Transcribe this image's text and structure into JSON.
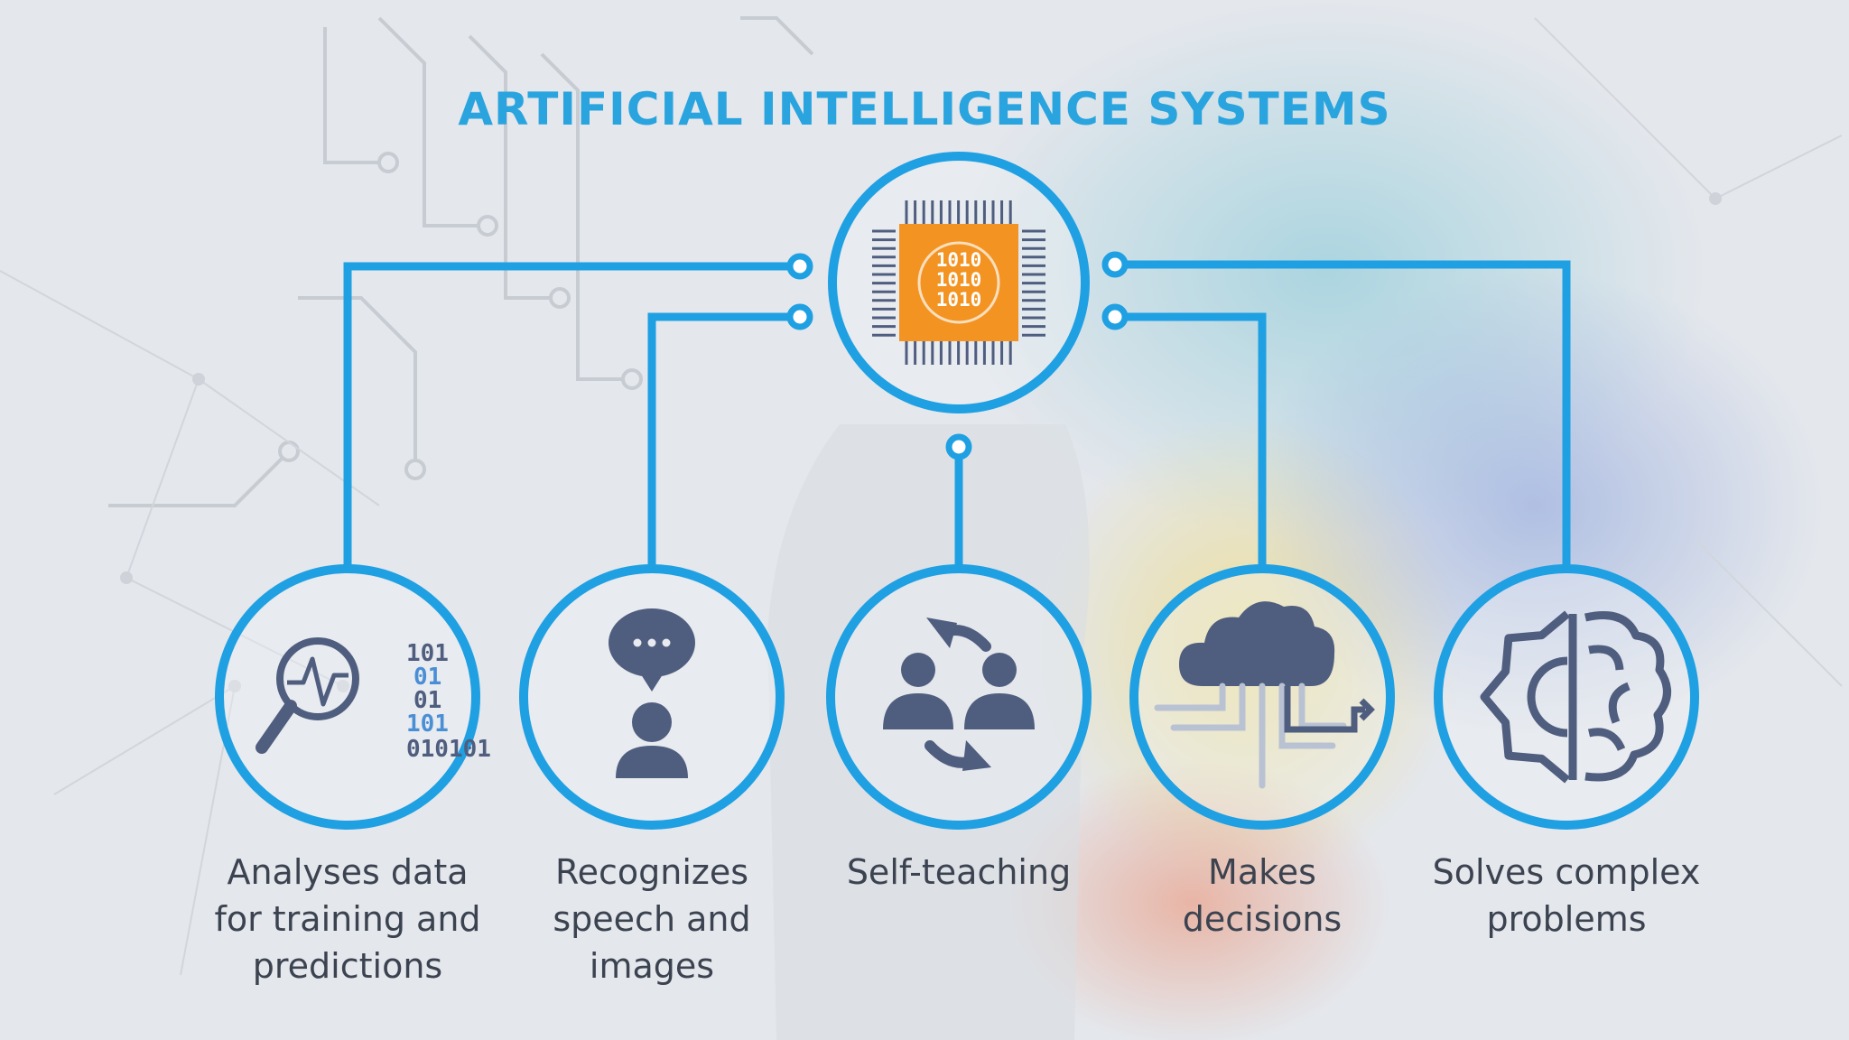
{
  "title": "ARTIFICIAL INTELLIGENCE SYSTEMS",
  "colors": {
    "accent": "#1fa0e2",
    "icon": "#4f5d7f",
    "chip": "#f39322",
    "text": "#3c4350"
  },
  "center": {
    "icon": "cpu-chip-icon",
    "chip_lines": [
      "1010",
      "1010",
      "1010"
    ]
  },
  "functions": [
    {
      "icon": "data-analysis-icon",
      "label": "Analyses data\nfor training and\npredictions",
      "binary": [
        "101",
        "01",
        "01",
        "101",
        "010101"
      ]
    },
    {
      "icon": "speech-recognition-icon",
      "label": "Recognizes\nspeech and\nimages"
    },
    {
      "icon": "self-teaching-icon",
      "label": "Self-teaching"
    },
    {
      "icon": "cloud-decision-icon",
      "label": "Makes\ndecisions"
    },
    {
      "icon": "gear-brain-icon",
      "label": "Solves complex\nproblems"
    }
  ]
}
